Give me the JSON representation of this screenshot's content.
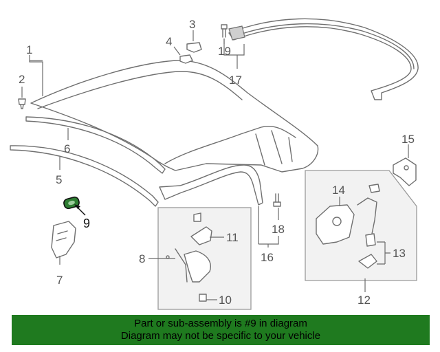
{
  "callouts": {
    "c1": "1",
    "c2": "2",
    "c3": "3",
    "c4": "4",
    "c5": "5",
    "c6": "6",
    "c7": "7",
    "c8": "8",
    "c9": "9",
    "c10": "10",
    "c11": "11",
    "c12": "12",
    "c13": "13",
    "c14": "14",
    "c15": "15",
    "c16": "16",
    "c17": "17",
    "c18": "18",
    "c19": "19"
  },
  "highlighted_part": "9",
  "colors": {
    "banner": "#1f7a1f",
    "highlight_part": "#2e7d32",
    "line": "#6f6f6f"
  },
  "banner": {
    "line1": "Part or sub-assembly is #9 in diagram",
    "line2": "Diagram may not be specific to your vehicle"
  }
}
